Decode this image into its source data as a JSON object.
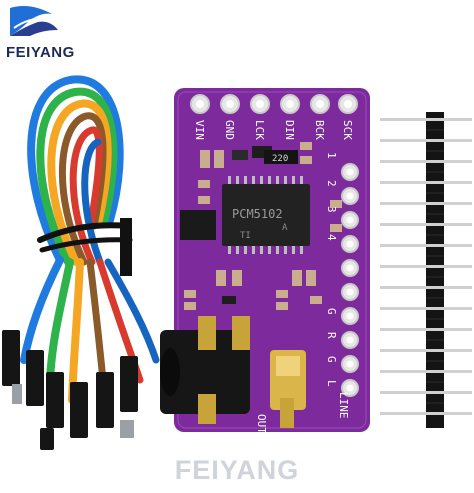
{
  "logo": {
    "text": "FEIYANG",
    "icon": "wave-logo-icon",
    "colors": [
      "#1f6fd6",
      "#2a3f8f"
    ]
  },
  "watermark": {
    "text": "FEIYANG"
  },
  "board": {
    "color": "#7d2a9c",
    "chip": {
      "part": "PCM5102",
      "line2": "A",
      "line3": "TI"
    },
    "chip_small": "220",
    "top_pins": [
      "VIN",
      "GND",
      "LCK",
      "DIN",
      "BCK",
      "SCK"
    ],
    "side_numbers": [
      "1",
      "2",
      "3",
      "4"
    ],
    "side_letters": [
      "G",
      "R",
      "G",
      "L"
    ],
    "bottom_labels": {
      "out": "OUT",
      "line": "LINE"
    }
  },
  "header_pins": {
    "count": 15
  },
  "wires": {
    "colors": [
      "#1f7be0",
      "#2db34a",
      "#f5a623",
      "#8b5a2b",
      "#d83a2e",
      "#1565c0"
    ]
  }
}
